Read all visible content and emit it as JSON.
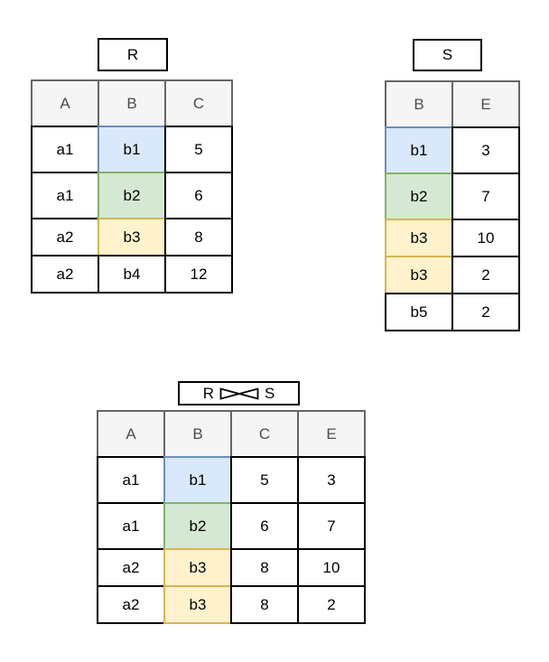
{
  "page": {
    "background": "#ffffff"
  },
  "colors": {
    "title_border": "#000000",
    "title_text": "#000000",
    "header_fill": "#f5f5f5",
    "header_stroke": "#666666",
    "header_text": "#4d4d4d",
    "cell_fill": "#ffffff",
    "cell_stroke": "#000000",
    "cell_text": "#000000",
    "highlight_blue_fill": "#dae8fc",
    "highlight_blue_stroke": "#6c8ebf",
    "highlight_green_fill": "#d5e8d4",
    "highlight_green_stroke": "#82b366",
    "highlight_yellow_fill": "#fff2cc",
    "highlight_yellow_stroke": "#d6b656"
  },
  "tables": [
    {
      "title": "R",
      "columns": [
        "A",
        "B",
        "C"
      ],
      "rows": [
        [
          {
            "v": "a1"
          },
          {
            "v": "b1",
            "hl": "blue"
          },
          {
            "v": "5"
          }
        ],
        [
          {
            "v": "a1"
          },
          {
            "v": "b2",
            "hl": "green"
          },
          {
            "v": "6"
          }
        ],
        [
          {
            "v": "a2"
          },
          {
            "v": "b3",
            "hl": "yellow"
          },
          {
            "v": "8"
          }
        ],
        [
          {
            "v": "a2"
          },
          {
            "v": "b4"
          },
          {
            "v": "12"
          }
        ]
      ]
    },
    {
      "title": "S",
      "columns": [
        "B",
        "E"
      ],
      "rows": [
        [
          {
            "v": "b1",
            "hl": "blue"
          },
          {
            "v": "3"
          }
        ],
        [
          {
            "v": "b2",
            "hl": "green"
          },
          {
            "v": "7"
          }
        ],
        [
          {
            "v": "b3",
            "hl": "yellow"
          },
          {
            "v": "10"
          }
        ],
        [
          {
            "v": "b3",
            "hl": "yellow"
          },
          {
            "v": "2"
          }
        ],
        [
          {
            "v": "b5"
          },
          {
            "v": "2"
          }
        ]
      ]
    },
    {
      "title_left": "R",
      "title_symbol": "⋈",
      "title_right": "S",
      "columns": [
        "A",
        "B",
        "C",
        "E"
      ],
      "rows": [
        [
          {
            "v": "a1"
          },
          {
            "v": "b1",
            "hl": "blue"
          },
          {
            "v": "5"
          },
          {
            "v": "3"
          }
        ],
        [
          {
            "v": "a1"
          },
          {
            "v": "b2",
            "hl": "green"
          },
          {
            "v": "6"
          },
          {
            "v": "7"
          }
        ],
        [
          {
            "v": "a2"
          },
          {
            "v": "b3",
            "hl": "yellow"
          },
          {
            "v": "8"
          },
          {
            "v": "10"
          }
        ],
        [
          {
            "v": "a2"
          },
          {
            "v": "b3",
            "hl": "yellow"
          },
          {
            "v": "8"
          },
          {
            "v": "2"
          }
        ]
      ]
    }
  ]
}
